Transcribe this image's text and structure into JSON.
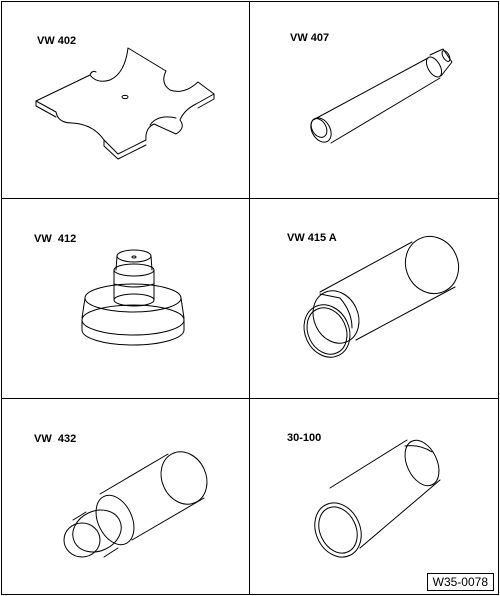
{
  "tools": [
    {
      "label": "VW 402"
    },
    {
      "label": "VW 407"
    },
    {
      "label": "VW  412"
    },
    {
      "label": "VW 415 A"
    },
    {
      "label": "VW  432"
    },
    {
      "label": "30-100"
    }
  ],
  "figure_ref": "W35-0078"
}
